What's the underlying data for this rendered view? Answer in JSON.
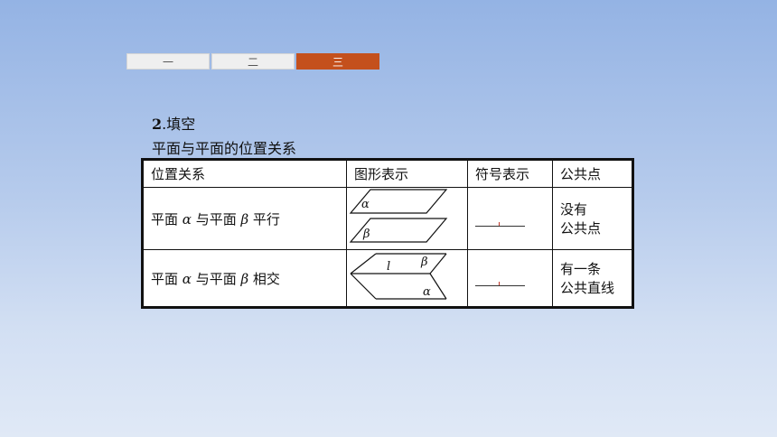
{
  "tabs": [
    {
      "label": "一",
      "active": false
    },
    {
      "label": "二",
      "active": false
    },
    {
      "label": "三",
      "active": true
    }
  ],
  "section": {
    "number": "2",
    "title": "填空"
  },
  "subtitle": "平面与平面的位置关系",
  "table": {
    "headers": [
      "位置关系",
      "图形表示",
      "符号表示",
      "公共点"
    ],
    "rows": [
      {
        "relation_prefix": "平面 ",
        "alpha": "α",
        "relation_mid": " 与平面 ",
        "beta": "β",
        "relation_suffix": " 平行",
        "figure_labels": [
          "α",
          "β"
        ],
        "common_point": [
          "没有",
          "公共点"
        ]
      },
      {
        "relation_prefix": "平面 ",
        "alpha": "α",
        "relation_mid": " 与平面 ",
        "beta": "β",
        "relation_suffix": " 相交",
        "figure_labels": [
          "l",
          "β",
          "α"
        ],
        "common_point": [
          "有一条",
          "公共直线"
        ]
      }
    ]
  },
  "colors": {
    "active_tab": "#c4501c"
  }
}
